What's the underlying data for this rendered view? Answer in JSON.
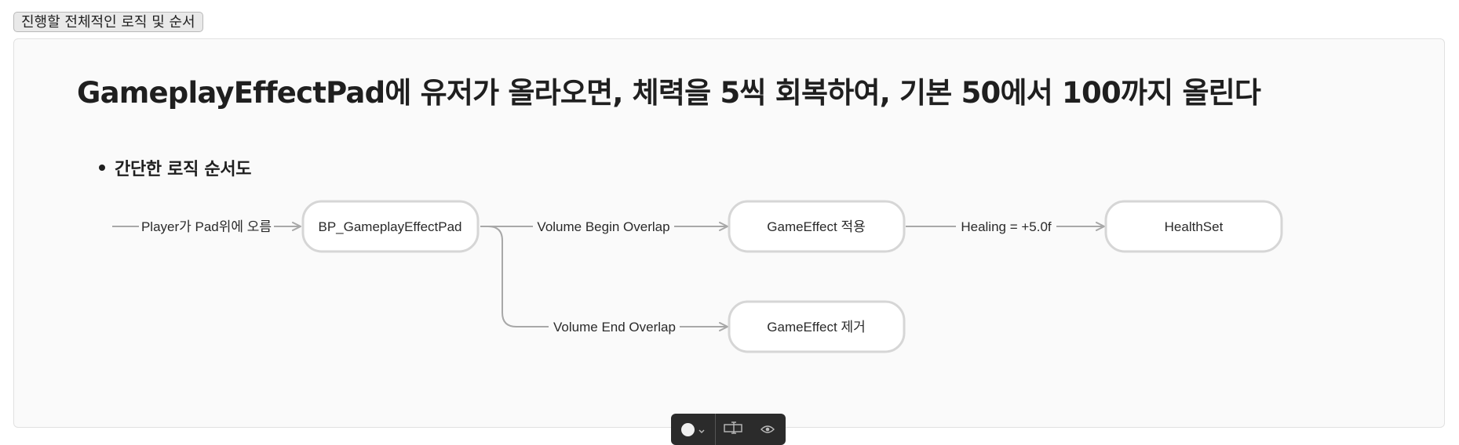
{
  "toggle": {
    "label": "진행할 전체적인 로직 및 순서"
  },
  "title": "GameplayEffectPad에 유저가 올라오면, 체력을 5씩 회복하여, 기본 50에서 100까지 올린다",
  "bullet": {
    "text": "간단한 로직 순서도"
  },
  "diagram": {
    "nodes": [
      {
        "id": "pad",
        "label": "BP_GameplayEffectPad"
      },
      {
        "id": "apply",
        "label": "GameEffect 적용"
      },
      {
        "id": "health",
        "label": "HealthSet"
      },
      {
        "id": "remove",
        "label": "GameEffect 제거"
      }
    ],
    "edges": [
      {
        "from": "",
        "to": "pad",
        "label": "Player가 Pad위에 오름"
      },
      {
        "from": "pad",
        "to": "apply",
        "label": "Volume Begin Overlap"
      },
      {
        "from": "apply",
        "to": "health",
        "label": "Healing = +5.0f"
      },
      {
        "from": "pad",
        "to": "remove",
        "label": "Volume End Overlap"
      }
    ]
  },
  "toolbar": {
    "items": [
      {
        "icon": "circle-color-icon"
      },
      {
        "icon": "chevron-down-icon"
      },
      {
        "icon": "text-cursor-icon"
      },
      {
        "icon": "eye-icon"
      }
    ]
  },
  "colors": {
    "node_border": "#d6d6d6",
    "edge": "#a8a8a8",
    "canvas_bg": "#fafafa",
    "toolbar_bg": "#2b2b2b"
  }
}
